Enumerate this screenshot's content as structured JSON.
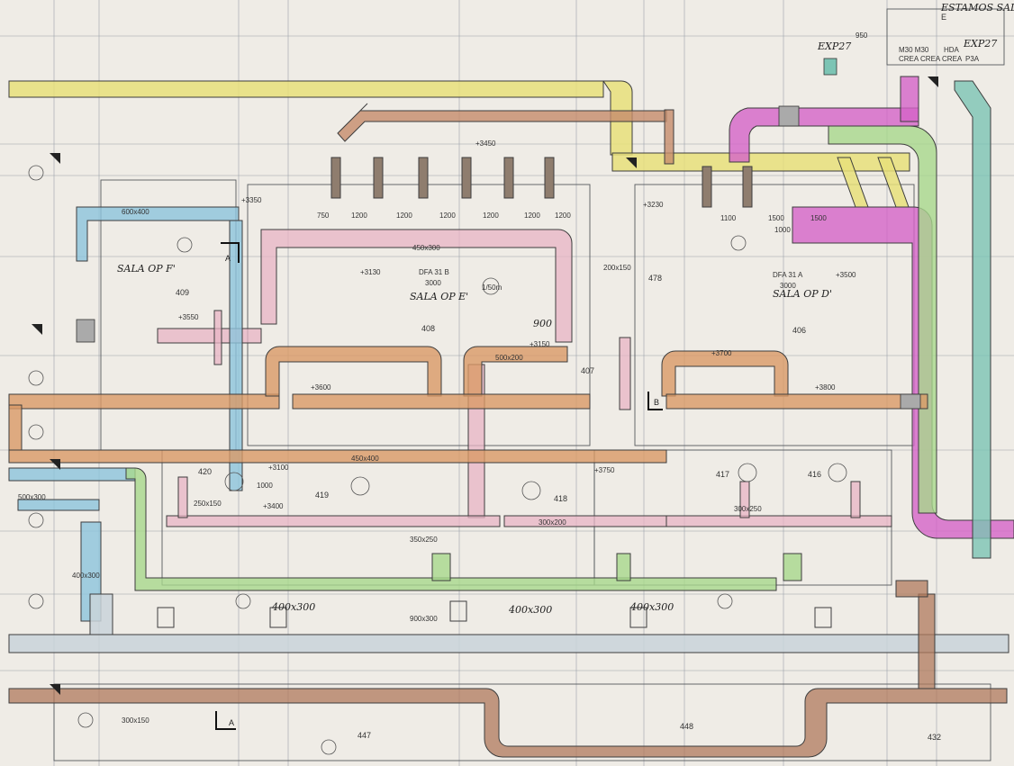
{
  "drawing": {
    "header_handwritten": "ESTAMOS SALA",
    "corner_room": "E",
    "corner_dim": "950",
    "exp_labels": [
      "EXP27",
      "EXP27"
    ],
    "top_right_codes": [
      "M30 M30",
      "HDA",
      "CREA CREA CREA",
      "P3A"
    ]
  },
  "rooms": [
    {
      "name": "SALA OP E'",
      "number": "408",
      "sub": "DFA 31 B",
      "val": "3000",
      "scale": "1/50m"
    },
    {
      "name": "SALA OP D'",
      "number": "406",
      "sub": "DFA 31 A",
      "val": "3000"
    },
    {
      "name": "SALA OP F'",
      "number": "409"
    }
  ],
  "room_numbers": [
    "420",
    "419",
    "418",
    "417",
    "416",
    "407",
    "447",
    "448",
    "432",
    "478"
  ],
  "duct_labels": [
    "450x300",
    "450x400",
    "500x200",
    "300x150",
    "300x250",
    "300x200",
    "600x400",
    "500x300",
    "400x300",
    "250x150",
    "350x250",
    "900x300",
    "1000",
    "200x150"
  ],
  "dimensions": [
    "750",
    "1200",
    "1200",
    "1200",
    "1200",
    "1200",
    "1200",
    "1100",
    "1500",
    "1500",
    "1000"
  ],
  "elevations": [
    "+3130",
    "+3350",
    "+3450",
    "+3400",
    "+3600",
    "+3750",
    "+3150",
    "+3700",
    "+3100",
    "+3550",
    "+3500",
    "+3800",
    "+3230"
  ],
  "handwritten": [
    "400x300",
    "400x300",
    "400x300",
    "900"
  ],
  "section_marks": [
    "A",
    "A",
    "B"
  ],
  "colors": {
    "paper": "#efece6",
    "grid": "#8a8f96",
    "duct_outline": "#3d3d3d",
    "yellow": "#e8e07a",
    "orange": "#d99a66",
    "pink": "#e8b4c4",
    "magenta": "#d464c8",
    "blue": "#8cc4dc",
    "green": "#a8d88c",
    "brown": "#b07a5c",
    "teal": "#7cc4b4"
  }
}
